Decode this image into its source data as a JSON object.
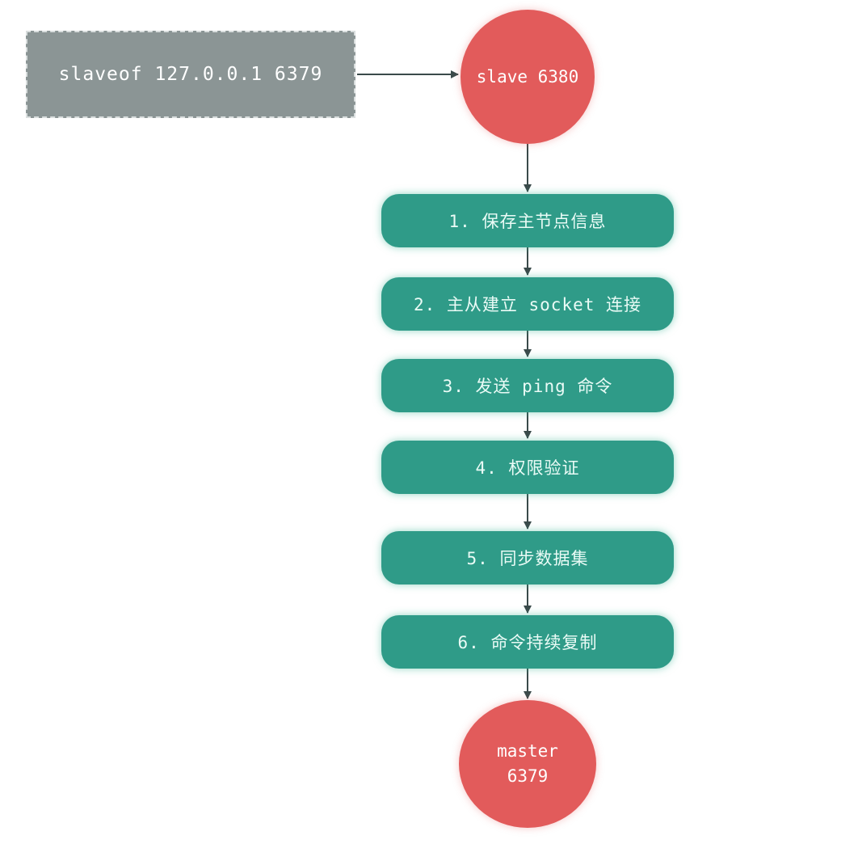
{
  "diagram": {
    "command": "slaveof 127.0.0.1 6379",
    "slave_node": {
      "label": "slave 6380"
    },
    "master_node": {
      "line1": "master",
      "line2": "6379"
    },
    "steps": [
      "1. 保存主节点信息",
      "2. 主从建立 socket 连接",
      "3. 发送 ping 命令",
      "4. 权限验证",
      "5. 同步数据集",
      "6. 命令持续复制"
    ]
  },
  "colors": {
    "command_box": "#8b9595",
    "node": "#e25b5b",
    "step": "#2f9b88",
    "arrow": "#3a4a4a"
  }
}
